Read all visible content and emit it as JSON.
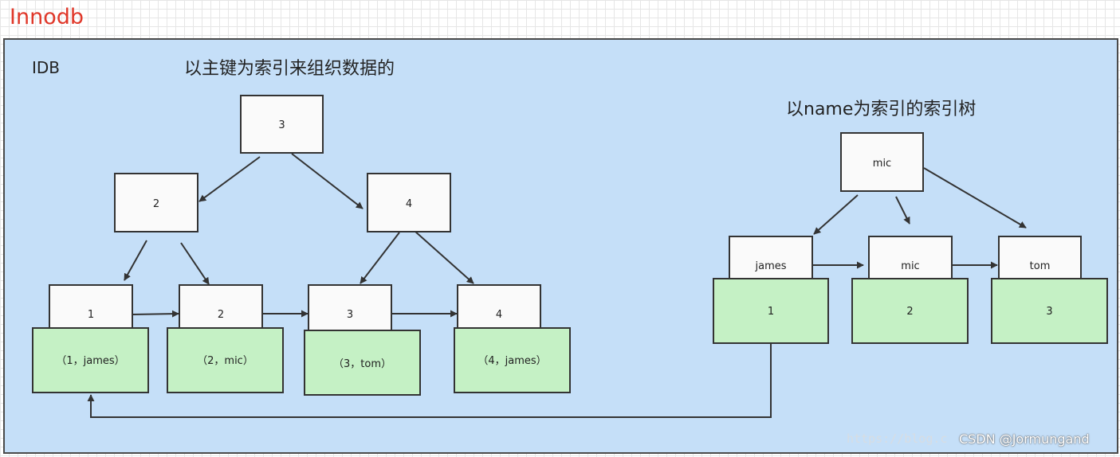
{
  "title": "Innodb",
  "container_label": "IDB",
  "primary_index": {
    "caption": "以主键为索引来组织数据的",
    "root": "3",
    "level2": [
      "2",
      "4"
    ],
    "leaves": [
      {
        "key": "1",
        "row": "（1，james）"
      },
      {
        "key": "2",
        "row": "（2，mic）"
      },
      {
        "key": "3",
        "row": "（3，tom）"
      },
      {
        "key": "4",
        "row": "（4，james）"
      }
    ]
  },
  "secondary_index": {
    "caption": "以name为索引的索引树",
    "root": "mic",
    "leaves": [
      {
        "key": "james",
        "value": "1"
      },
      {
        "key": "mic",
        "value": "2"
      },
      {
        "key": "tom",
        "value": "3"
      }
    ]
  },
  "watermark": "https://blog.c",
  "credit": "CSDN @Jormungand",
  "colors": {
    "title": "#e0382a",
    "panel": "#c5dff8",
    "node_fill": "#fafafa",
    "data_fill": "#c5f1c5",
    "stroke": "#333333"
  }
}
